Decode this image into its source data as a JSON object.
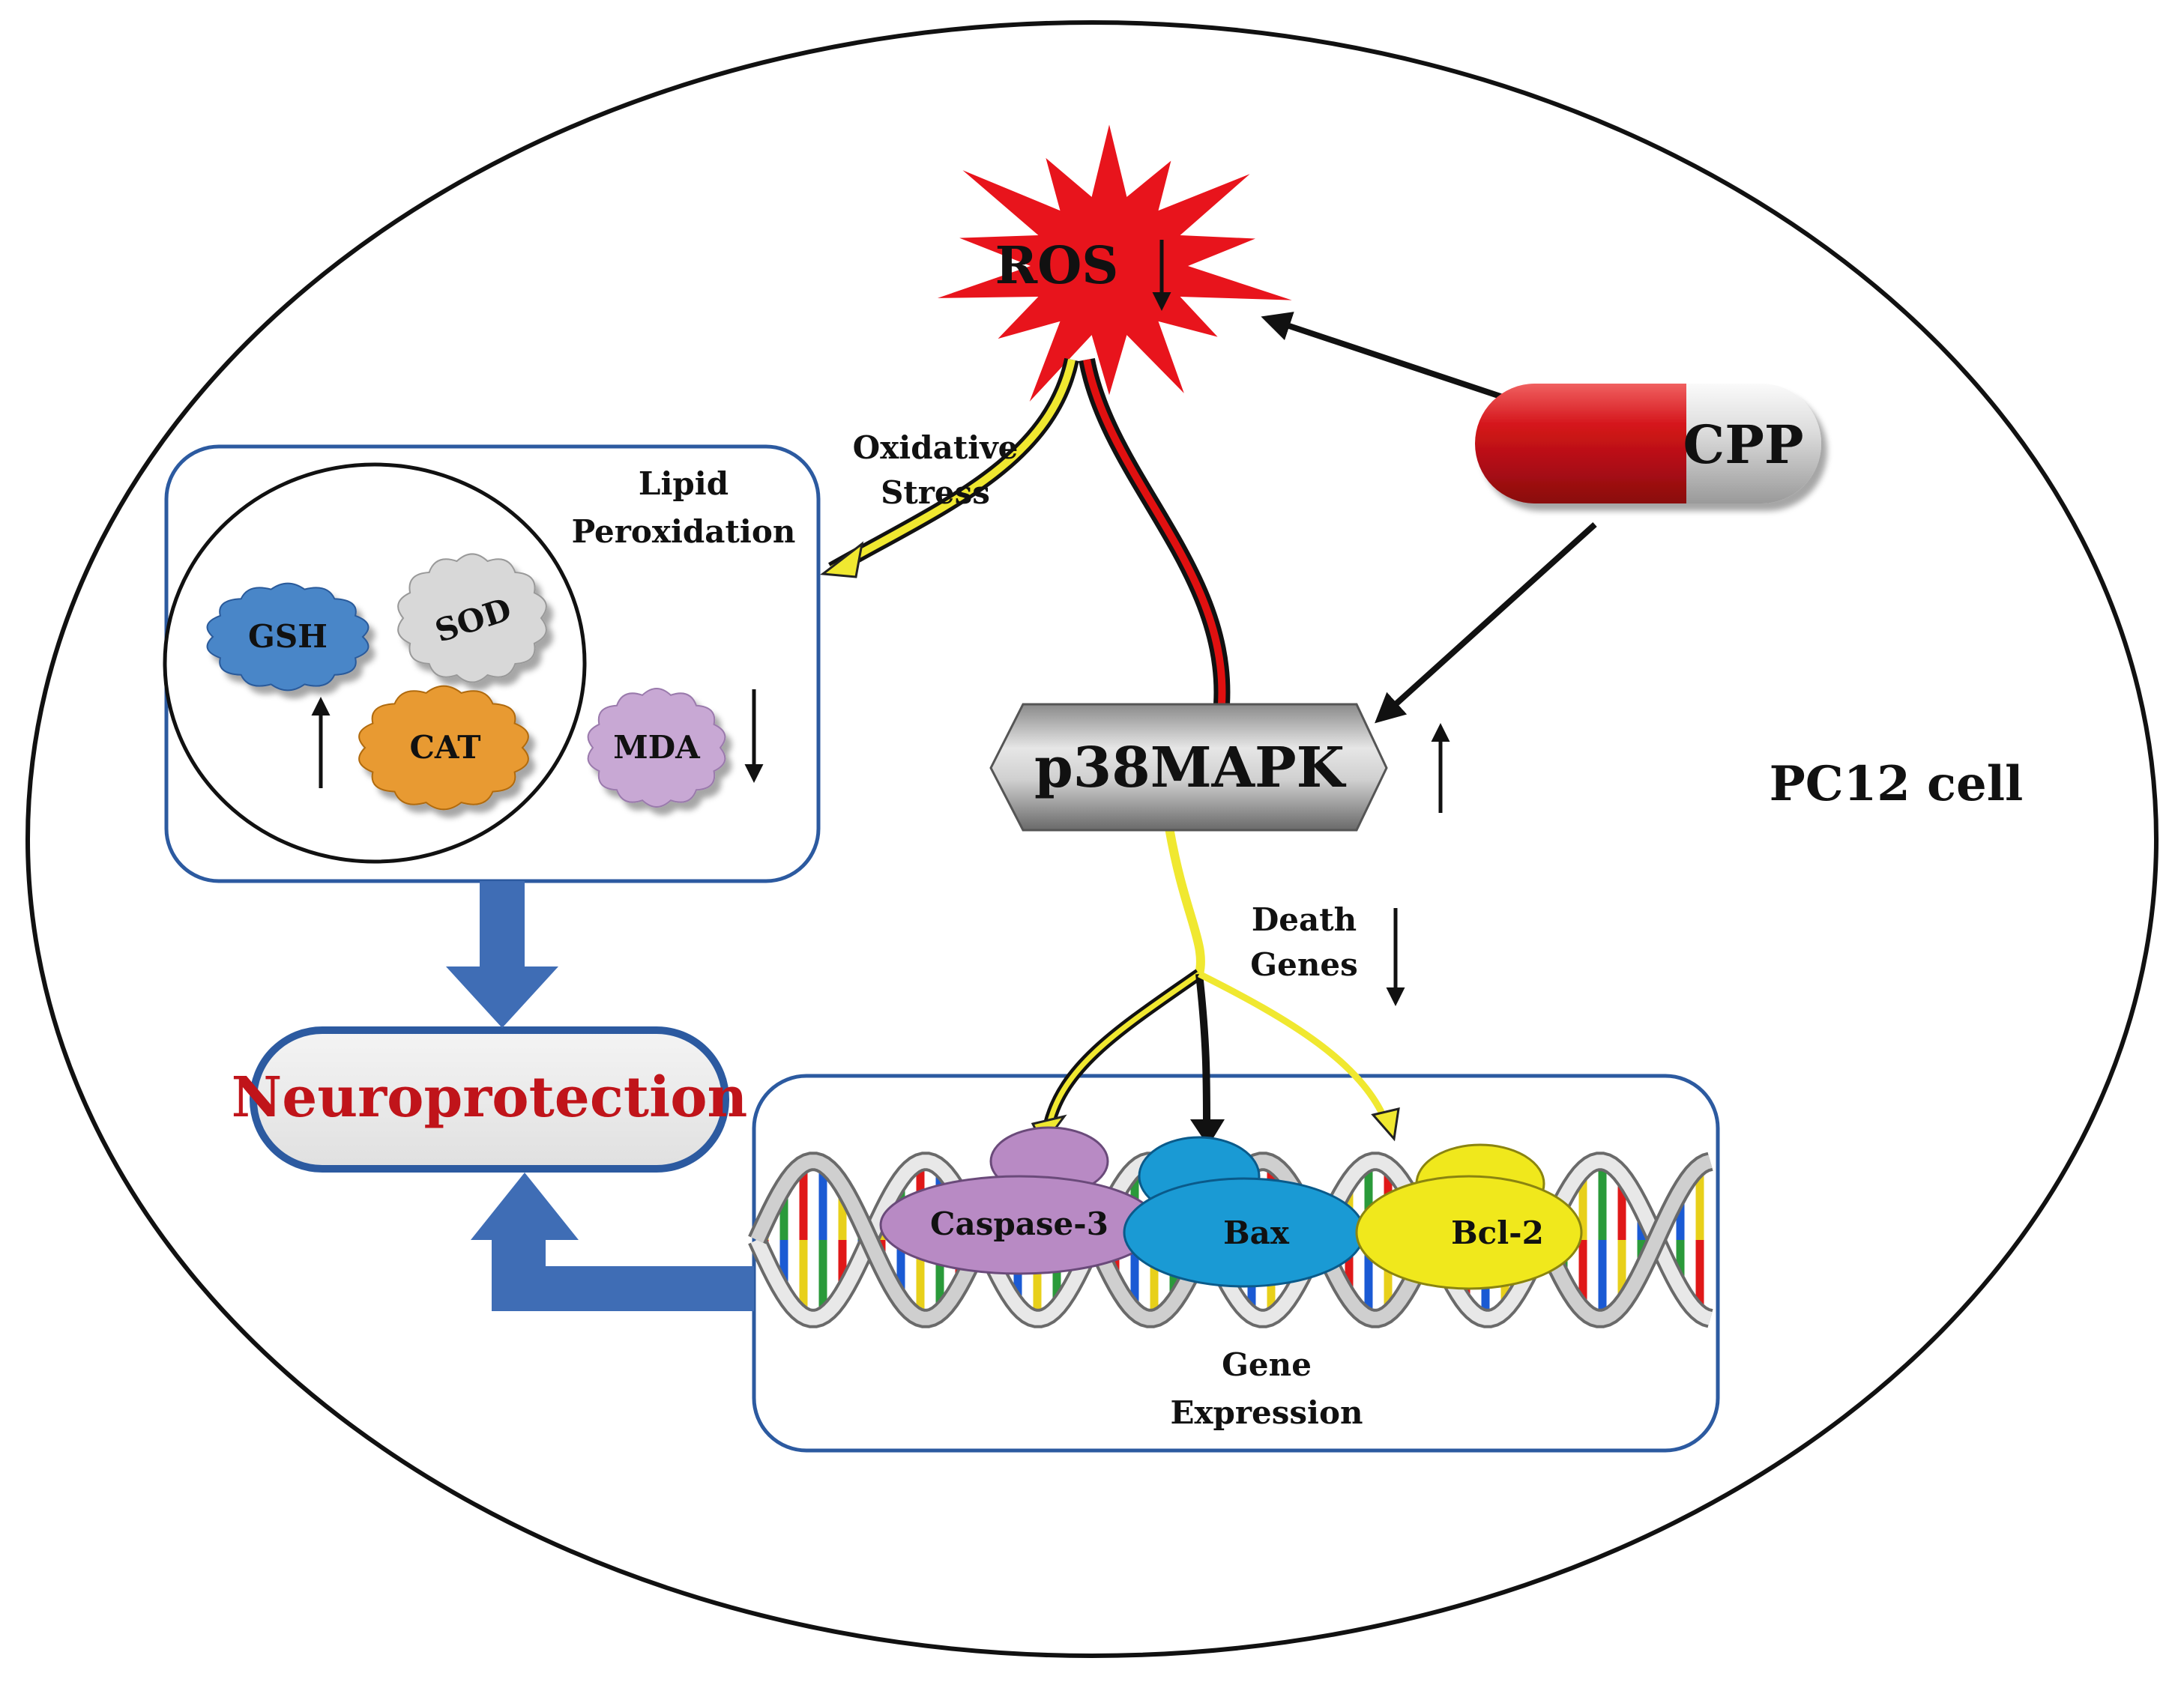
{
  "labels": {
    "ros": "ROS",
    "cpp": "CPP",
    "oxidative_stress": [
      "Oxidative",
      "Stress"
    ],
    "lipid_peroxidation": [
      "Lipid",
      "Peroxidation"
    ],
    "gsh": "GSH",
    "sod": "SOD",
    "cat": "CAT",
    "mda": "MDA",
    "p38mapk": "p38MAPK",
    "cell": "PC12 cell",
    "death_genes": [
      "Death",
      "Genes"
    ],
    "neuroprotection": "Neuroprotection",
    "caspase3": "Caspase-3",
    "bax": "Bax",
    "bcl2": "Bcl-2",
    "gene_expression": [
      "Gene",
      "Expression"
    ]
  },
  "indicators": {
    "ros": "down",
    "antioxidants": "up",
    "mda": "down",
    "p38mapk": "up",
    "death_genes": "down"
  },
  "colors": {
    "ros_star": "#e8141c",
    "capsule_red": "#d4141a",
    "capsule_gray": "#d8d8d8",
    "box_border": "#2c5aa0",
    "flow_arrow": "#3f6db5",
    "neuro_text": "#c0141a",
    "gsh": "#4a86c8",
    "sod": "#d8d8d8",
    "cat": "#e89a30",
    "mda": "#c8a8d4",
    "caspase": "#b88ac4",
    "bax": "#1a9ad4",
    "bcl2": "#f0e81c",
    "yellow_path": "#f0e830",
    "red_path": "#e01010"
  }
}
